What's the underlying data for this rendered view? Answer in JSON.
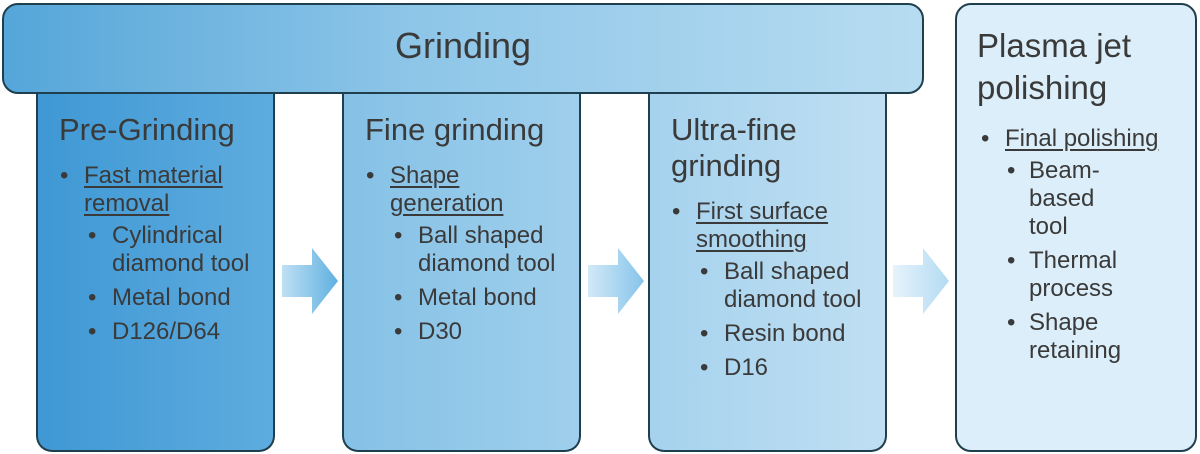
{
  "banner": {
    "title": "Grinding"
  },
  "stages": [
    {
      "title": "Pre-Grinding",
      "heading": "Fast material removal",
      "items": [
        "Cylindrical diamond tool",
        "Metal bond",
        "D126/D64"
      ]
    },
    {
      "title": "Fine grinding",
      "heading": "Shape generation",
      "items": [
        "Ball shaped diamond tool",
        "Metal bond",
        "D30"
      ]
    },
    {
      "title": "Ultra-fine grinding",
      "heading": "First surface smoothing",
      "items": [
        "Ball shaped diamond tool",
        "Resin bond",
        "D16"
      ]
    },
    {
      "title": "Plasma jet polishing",
      "heading": "Final polishing",
      "items": [
        "Beam-based tool",
        "Thermal process",
        "Shape retaining"
      ]
    }
  ],
  "colors": {
    "border": "#1f3e4e",
    "stage1": "#4da1d8",
    "stage2": "#92c8ea",
    "stage3": "#b3d8f0",
    "stage4": "#dbeef9",
    "text": "#3a3a3a"
  }
}
